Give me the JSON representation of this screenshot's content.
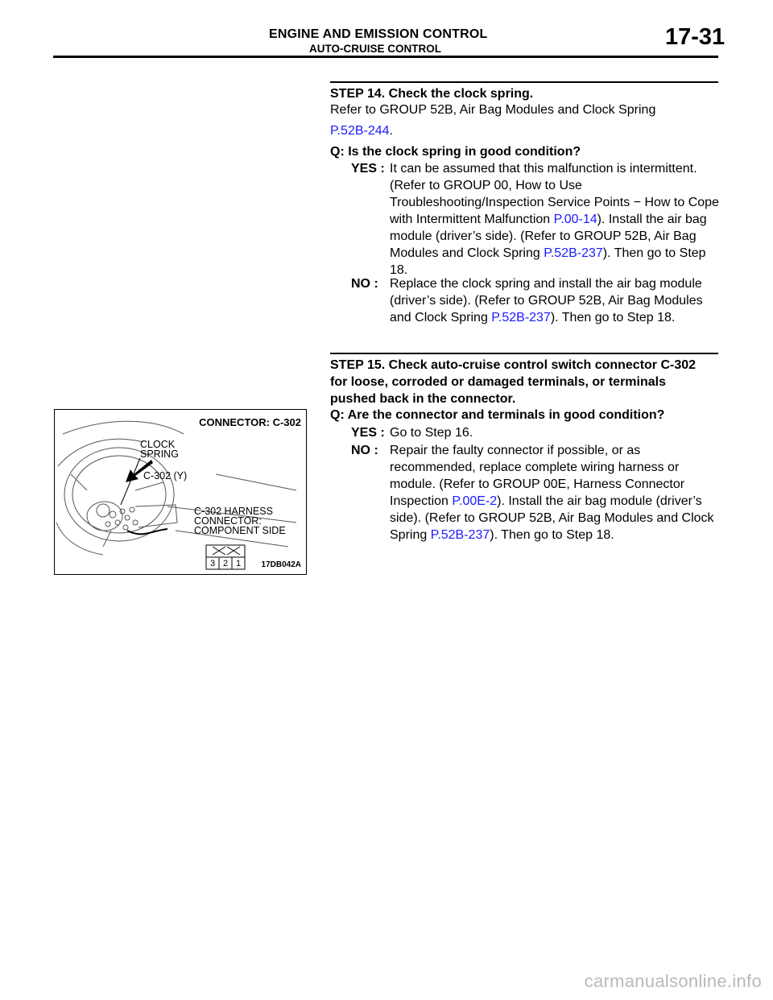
{
  "header": {
    "title": "ENGINE AND EMISSION CONTROL",
    "subtitle": "AUTO-CRUISE CONTROL",
    "page_number": "17-31"
  },
  "step14": {
    "heading": "STEP 14. Check the clock spring.",
    "ref_text": "Refer to GROUP 52B, Air Bag Modules and Clock Spring",
    "ref_link": "P.52B-244",
    "ref_end": ".",
    "question": "Q: Is the clock spring in good condition?",
    "yes_label": "YES :",
    "yes_parts": [
      "It can be assumed that this malfunction is intermittent. (Refer to GROUP 00, How to Use Troubleshooting/Inspection Service Points − How to Cope with Intermittent Malfunction ",
      "P.00-14",
      "). Install the air bag module (driver’s side). (Refer to GROUP 52B, Air Bag Modules and Clock Spring ",
      "P.52B-237",
      "). Then go to Step 18."
    ],
    "no_label": "NO :",
    "no_parts": [
      "Replace the clock spring and install the air bag module (driver’s side). (Refer to GROUP 52B, Air Bag Modules and Clock Spring ",
      "P.52B-237",
      "). Then go to Step 18."
    ]
  },
  "step15": {
    "heading": "STEP 15. Check auto-cruise control switch connector C-302 for loose, corroded or damaged terminals, or terminals pushed back in the connector.",
    "question": "Q: Are the connector and terminals in good condition?",
    "yes_label": "YES :",
    "yes_text": "Go to Step 16.",
    "no_label": "NO :",
    "no_parts": [
      "Repair the faulty connector if possible, or as recommended, replace complete wiring harness or module. (Refer to GROUP 00E, Harness Connector Inspection ",
      "P.00E-2",
      "). Install the air bag module (driver’s side). (Refer to GROUP 52B, Air Bag Modules and Clock Spring ",
      "P.52B-237",
      "). Then go to Step 18."
    ]
  },
  "figure": {
    "title": "CONNECTOR: C-302",
    "label_clock_1": "CLOCK",
    "label_clock_2": "SPRING",
    "label_c302": "C-302 (Y)",
    "label_harness_1": "C-302 HARNESS",
    "label_harness_2": "CONNECTOR:",
    "label_harness_3": "COMPONENT SIDE",
    "pins": [
      "3",
      "2",
      "1"
    ],
    "code": "17DB042A"
  },
  "footer": {
    "watermark": "carmanualsonline.info"
  }
}
